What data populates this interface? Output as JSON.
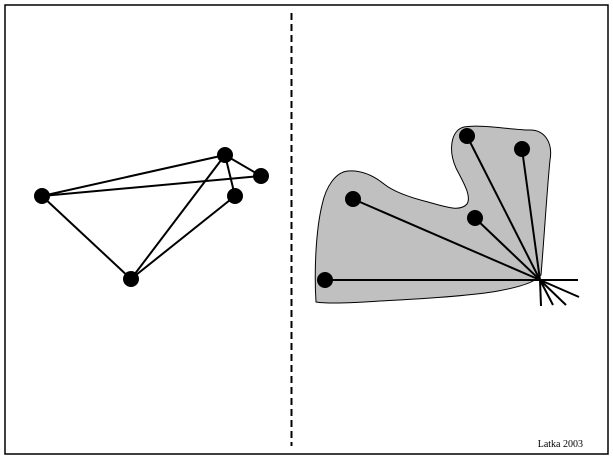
{
  "credit": "Latka 2003",
  "colors": {
    "stroke": "#000000",
    "node": "#000000",
    "region_fill": "#c0c0c0",
    "background": "#ffffff"
  },
  "left_graph": {
    "nodes": [
      "a",
      "b",
      "c",
      "d",
      "e"
    ],
    "edges": [
      [
        "a",
        "b"
      ],
      [
        "a",
        "c"
      ],
      [
        "a",
        "e"
      ],
      [
        "b",
        "c"
      ],
      [
        "b",
        "d"
      ],
      [
        "b",
        "e"
      ],
      [
        "d",
        "e"
      ]
    ]
  },
  "right_diagram": {
    "nodes": [
      "p1",
      "p2",
      "p3",
      "p4",
      "p5"
    ],
    "hub": "h",
    "hub_stubs": 5
  }
}
